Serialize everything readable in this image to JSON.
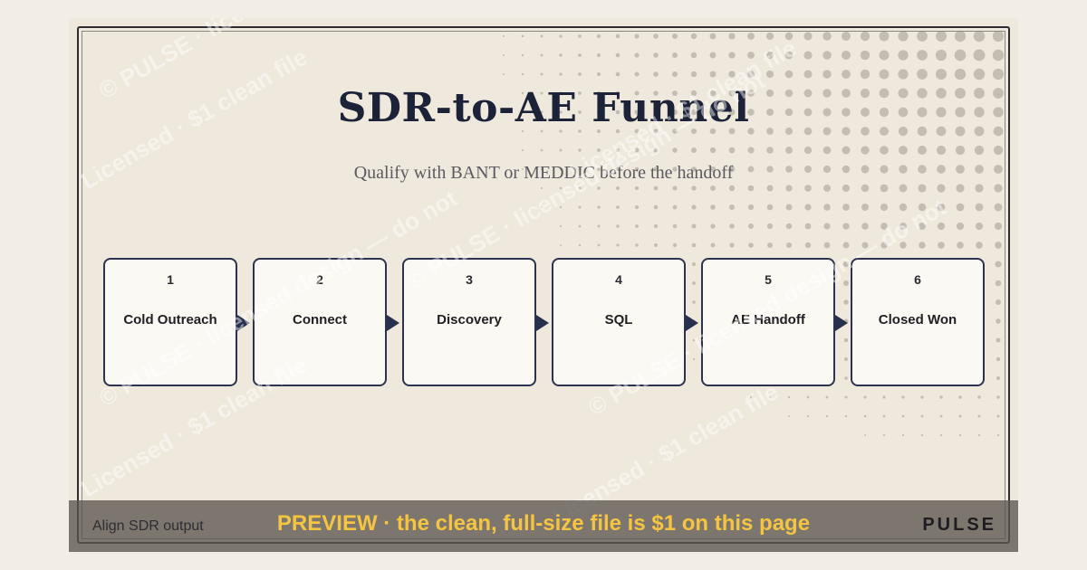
{
  "title": "SDR-to-AE Funnel",
  "subtitle": "Qualify with BANT or MEDDIC before the handoff",
  "steps": [
    {
      "number": "1",
      "label": "Cold Outreach"
    },
    {
      "number": "2",
      "label": "Connect"
    },
    {
      "number": "3",
      "label": "Discovery"
    },
    {
      "number": "4",
      "label": "SQL"
    },
    {
      "number": "5",
      "label": "AE Handoff"
    },
    {
      "number": "6",
      "label": "Closed Won"
    }
  ],
  "footer": {
    "note": "Align SDR output",
    "preview": "PREVIEW · the clean, full-size file is $1 on this page",
    "brand": "PULSE"
  },
  "watermark": {
    "line1": "© PULSE · licensed design — do not",
    "line2": "Licensed · $1 clean file"
  },
  "colors": {
    "background": "#efe8dc",
    "box_border": "#2b3350",
    "title": "#1c2238",
    "preview": "#f5c542"
  }
}
